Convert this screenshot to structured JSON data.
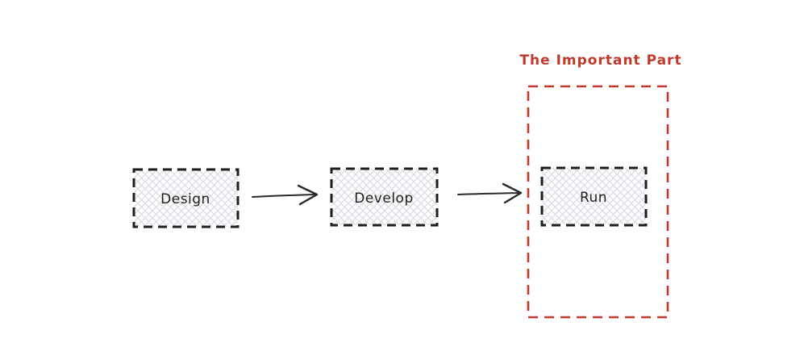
{
  "diagram": {
    "title": {
      "text": "The Important Part",
      "color": "#c0392b"
    },
    "nodes": [
      {
        "id": "design",
        "label": "Design"
      },
      {
        "id": "develop",
        "label": "Develop"
      },
      {
        "id": "run",
        "label": "Run"
      }
    ],
    "arrows": [
      {
        "from": "design",
        "to": "develop"
      },
      {
        "from": "develop",
        "to": "run"
      }
    ],
    "group": {
      "contains": [
        "run"
      ],
      "label": "The Important Part"
    },
    "colors": {
      "node_border": "#1e1e1e",
      "node_hatch": "#d8dce3",
      "group_border": "#c0392b",
      "arrow": "#2a2a2a",
      "label_text": "#1e1e1e",
      "background": "#ffffff"
    }
  }
}
